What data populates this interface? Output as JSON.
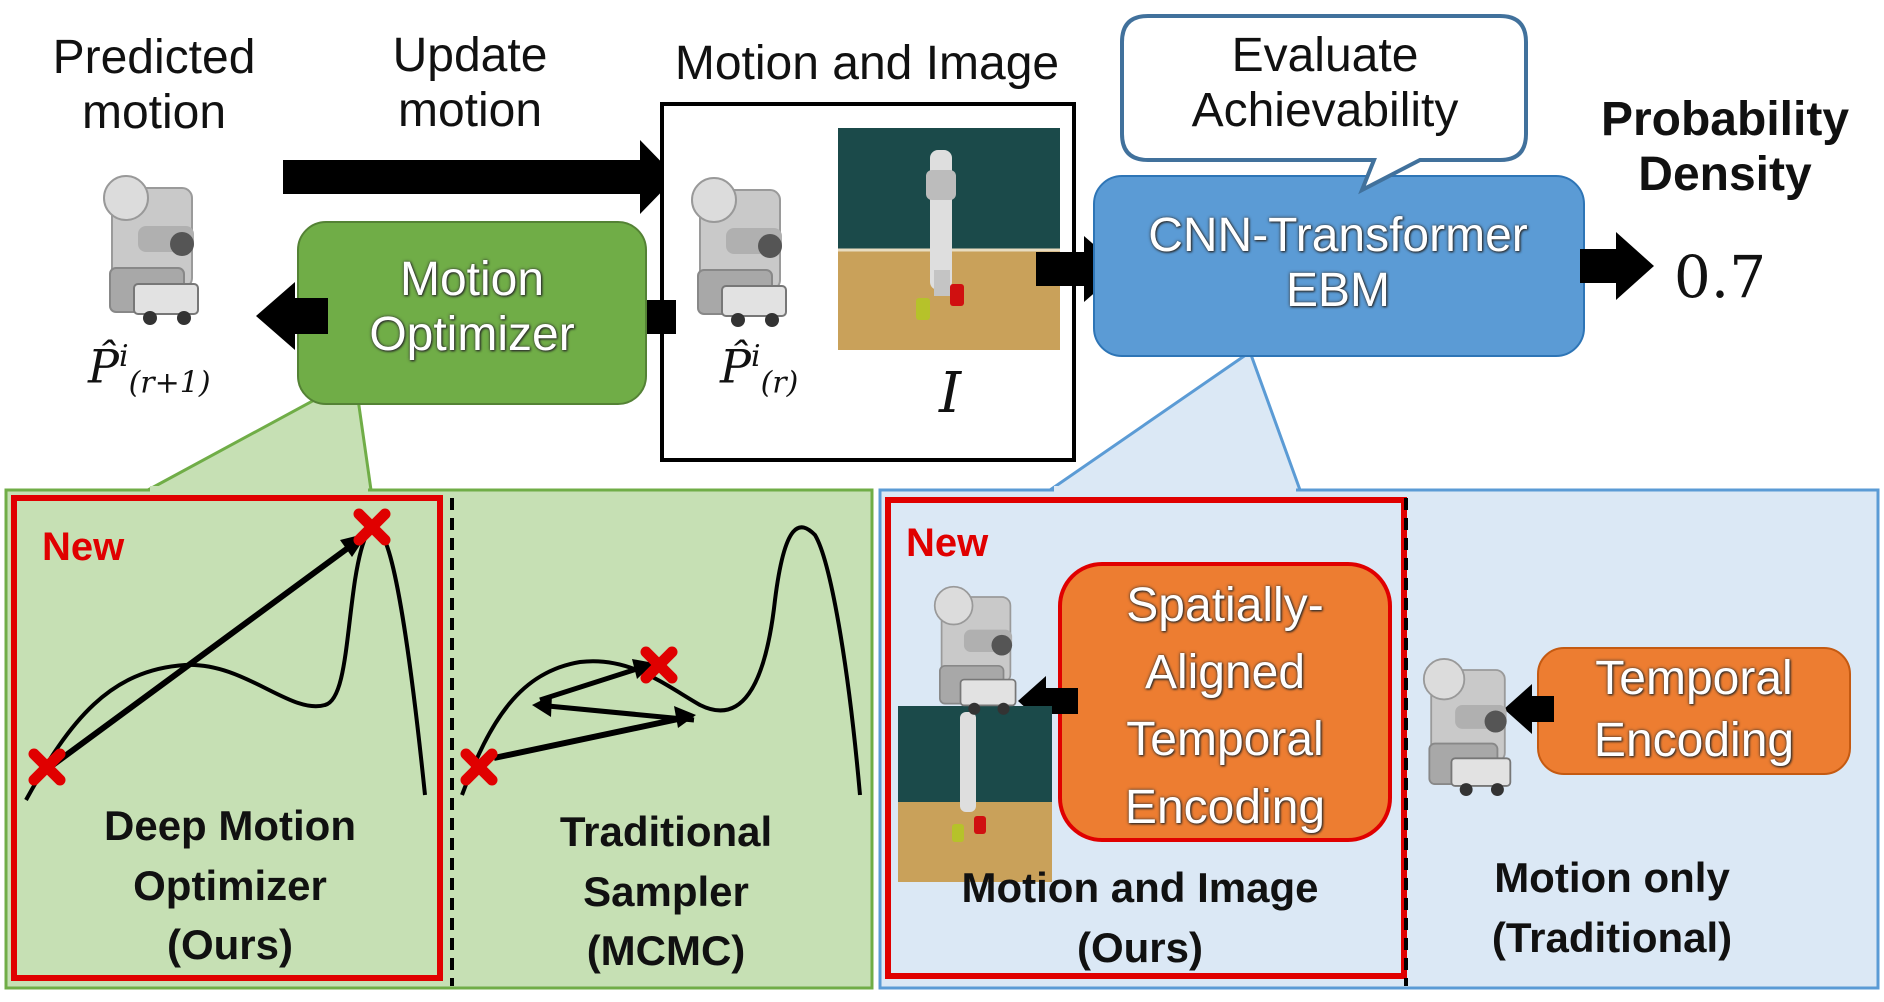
{
  "labels": {
    "predicted_motion": "Predicted motion",
    "update_motion": "Update motion",
    "motion_and_image_top": "Motion and Image",
    "evaluate_achievability": "Evaluate Achievability",
    "probability_density": "Probability Density",
    "probability_value": "0.7",
    "motion_optimizer": "Motion Optimizer",
    "cnn_transformer_ebm": "CNN-Transformer EBM",
    "p_next_symbol": "P̂",
    "p_next_sup": "i",
    "p_next_sub": "(r+1)",
    "p_cur_symbol": "P̂",
    "p_cur_sup": "i",
    "p_cur_sub": "(r)",
    "image_symbol": "I",
    "new_left": "New",
    "new_right": "New",
    "deep_motion_optimizer": "Deep Motion Optimizer (Ours)",
    "traditional_sampler": "Traditional Sampler (MCMC)",
    "spatially_aligned": "Spatially-Aligned Temporal Encoding",
    "temporal_encoding": "Temporal Encoding",
    "motion_and_image_ours": "Motion and Image (Ours)",
    "motion_only": "Motion only (Traditional)"
  },
  "colors": {
    "green_fill": "#c6e0b4",
    "green_box": "#70ad47",
    "blue_fill": "#dbe8f5",
    "blue_box": "#5b9bd5",
    "orange_box": "#ed7d31",
    "highlight_red": "#e00000",
    "arrow_black": "#000000"
  }
}
